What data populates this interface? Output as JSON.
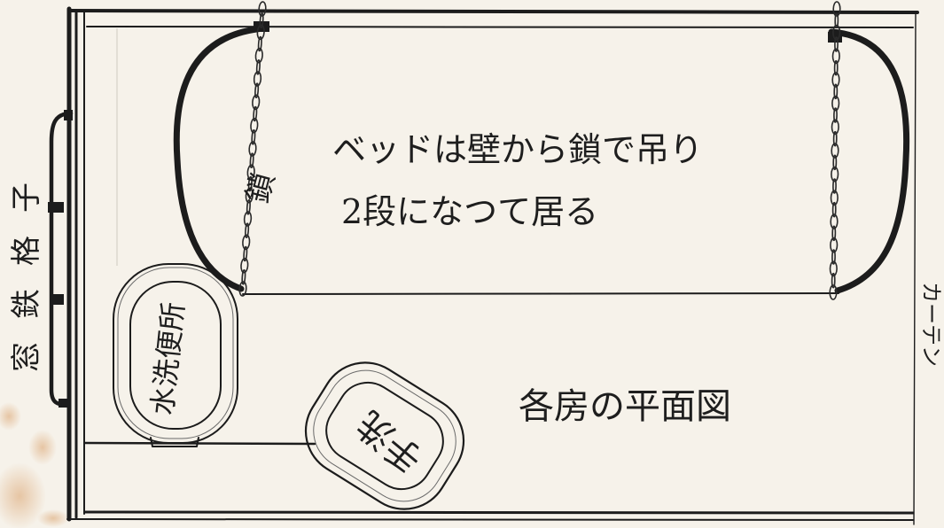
{
  "title": "各房の平面図",
  "bed_note": {
    "line1": "ベッドは壁から鎖で吊り",
    "line2": "2段になつて居る"
  },
  "labels": {
    "chain": "鎖",
    "toilet": "水洗便所",
    "washbasin": "手洗",
    "curtain": "カーテン",
    "window": "窓鉄格子"
  },
  "colors": {
    "paper": "#f6f2ea",
    "ink": "#1c1c1c",
    "stain": "#d9a06a"
  }
}
